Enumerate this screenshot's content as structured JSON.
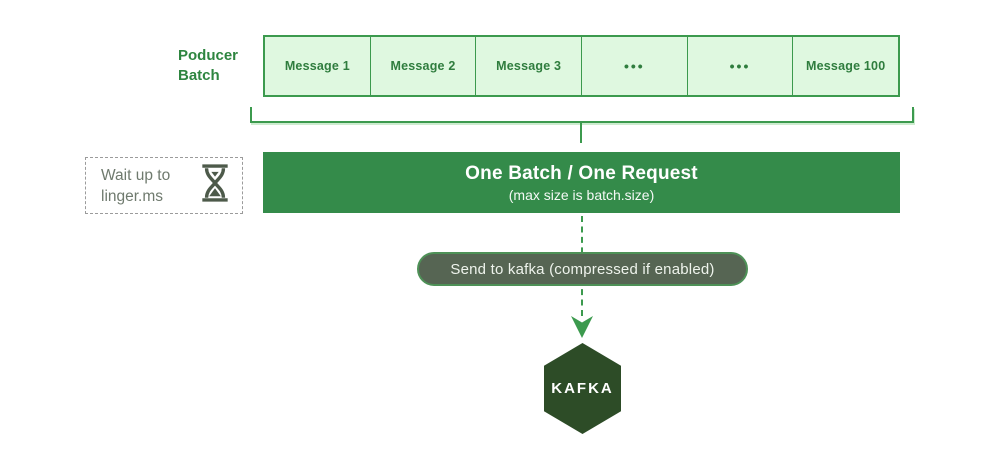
{
  "diagram": {
    "producer_batch_label": "Poducer Batch",
    "messages": [
      "Message 1",
      "Message 2",
      "Message 3",
      "•••",
      "•••",
      "Message 100"
    ],
    "wait_box": {
      "line1": "Wait up to",
      "line2": "linger.ms",
      "icon": "hourglass-icon"
    },
    "request_bar": {
      "title": "One Batch / One Request",
      "subtitle": "(max size is batch.size)"
    },
    "send_pill_label": "Send to kafka (compressed if enabled)",
    "kafka_label": "KAFKA",
    "colors": {
      "light_green_fill": "#dff8e0",
      "green_line": "#3c9a4e",
      "green_text": "#2e8540",
      "bar_green": "#348b4a",
      "pill_green": "#566553",
      "hexagon_green": "#2d4c27",
      "muted_text": "#6f7a6e"
    }
  }
}
